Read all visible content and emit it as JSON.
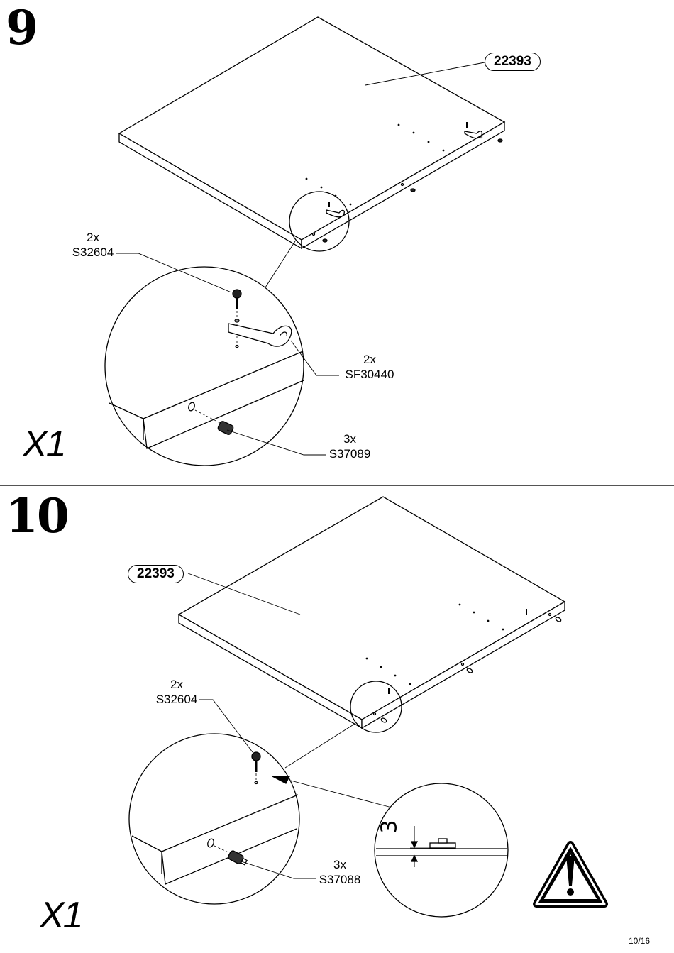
{
  "step9": {
    "number": "9",
    "multiplier": "X1",
    "panel_code": "22393",
    "parts": [
      {
        "qty": "2x",
        "code": "S32604"
      },
      {
        "qty": "2x",
        "code": "SF30440"
      },
      {
        "qty": "3x",
        "code": "S37089"
      }
    ]
  },
  "step10": {
    "number": "10",
    "multiplier": "X1",
    "panel_code": "22393",
    "parts": [
      {
        "qty": "2x",
        "code": "S32604"
      },
      {
        "qty": "3x",
        "code": "S37088"
      }
    ],
    "dimension": "3"
  },
  "icons": [
    "warning-triangle-icon"
  ],
  "page_number": "10/16"
}
